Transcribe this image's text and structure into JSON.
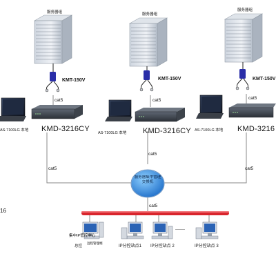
{
  "servers": [
    {
      "label": "服务器组",
      "kmt": "KMT-150V",
      "cat_top": "cat5",
      "model": "KMD-3216CY",
      "console": "AS-7100LG 本地",
      "cat_side": "cat5"
    },
    {
      "label": "服务器组",
      "kmt": "KMT-150V",
      "cat_top": "cat5",
      "model": "KMD-3216CY",
      "console": "AS-7100LG 本地",
      "cat_side": "cat5"
    },
    {
      "label": "服务器组",
      "kmt": "KMT-150V",
      "cat_top": "cat5",
      "model": "KMD-3216",
      "console": "AS-7100LG 本地",
      "cat_side": "cat5"
    }
  ],
  "hub": {
    "label": "服务器集中管理交换机",
    "cat_center": "cat5",
    "cat_bottom": "cat5"
  },
  "side_number": "16",
  "bottom": {
    "left_label": "集中IP管控中心",
    "left_sub": "总控",
    "pc_left_small": "远程管理端",
    "site1": "IP分控站点1",
    "site2": "IP分控站点 2",
    "site3": "IP分控站点 3",
    "dots": "-------"
  },
  "colors": {
    "bus": "#d9252c",
    "hub": "#2f7fd6",
    "line": "#8a8a8a"
  }
}
